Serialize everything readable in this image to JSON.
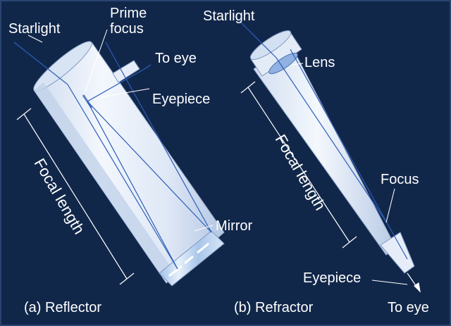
{
  "reflector": {
    "caption": "(a) Reflector",
    "starlight": "Starlight",
    "prime_focus_line1": "Prime",
    "prime_focus_line2": "focus",
    "to_eye": "To eye",
    "eyepiece": "Eyepiece",
    "focal_length": "Focal length",
    "mirror": "Mirror"
  },
  "refractor": {
    "caption": "(b) Refractor",
    "starlight": "Starlight",
    "lens": "Lens",
    "focal_length": "Focal length",
    "focus": "Focus",
    "eyepiece": "Eyepiece",
    "to_eye": "To eye"
  },
  "colors": {
    "background": "#11274a",
    "tube_light": "#e9f0fa",
    "tube_shade": "#b9cbe6",
    "ray": "#2d5db8",
    "text": "#ffffff"
  }
}
